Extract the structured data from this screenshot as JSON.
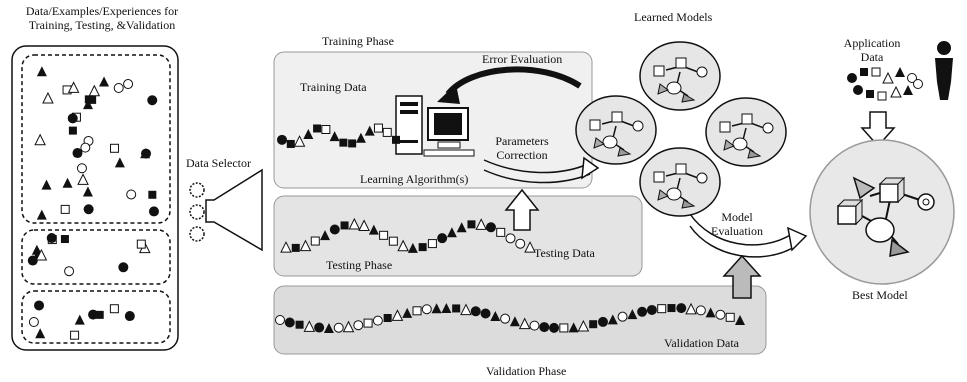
{
  "labels": {
    "data_header_line1": "Data/Examples/Experiences for",
    "data_header_line2": "Training, Testing, &Validation",
    "data_selector": "Data Selector",
    "training_phase": "Training Phase",
    "training_data": "Training Data",
    "error_evaluation": "Error Evaluation",
    "parameters": "Parameters",
    "correction": "Correction",
    "learning_algorithms": "Learning Algorithm(s)",
    "testing_phase": "Testing Phase",
    "testing_data": "Testing Data",
    "validation_data": "Validation Data",
    "validation_phase": "Validation Phase",
    "learned_models": "Learned Models",
    "model": "Model",
    "evaluation": "Evaluation",
    "application": "Application",
    "data": "Data",
    "best_model": "Best Model"
  },
  "colors": {
    "panel_fill": "#e8e8e8",
    "panel_border": "#888888",
    "ink": "#111111"
  }
}
